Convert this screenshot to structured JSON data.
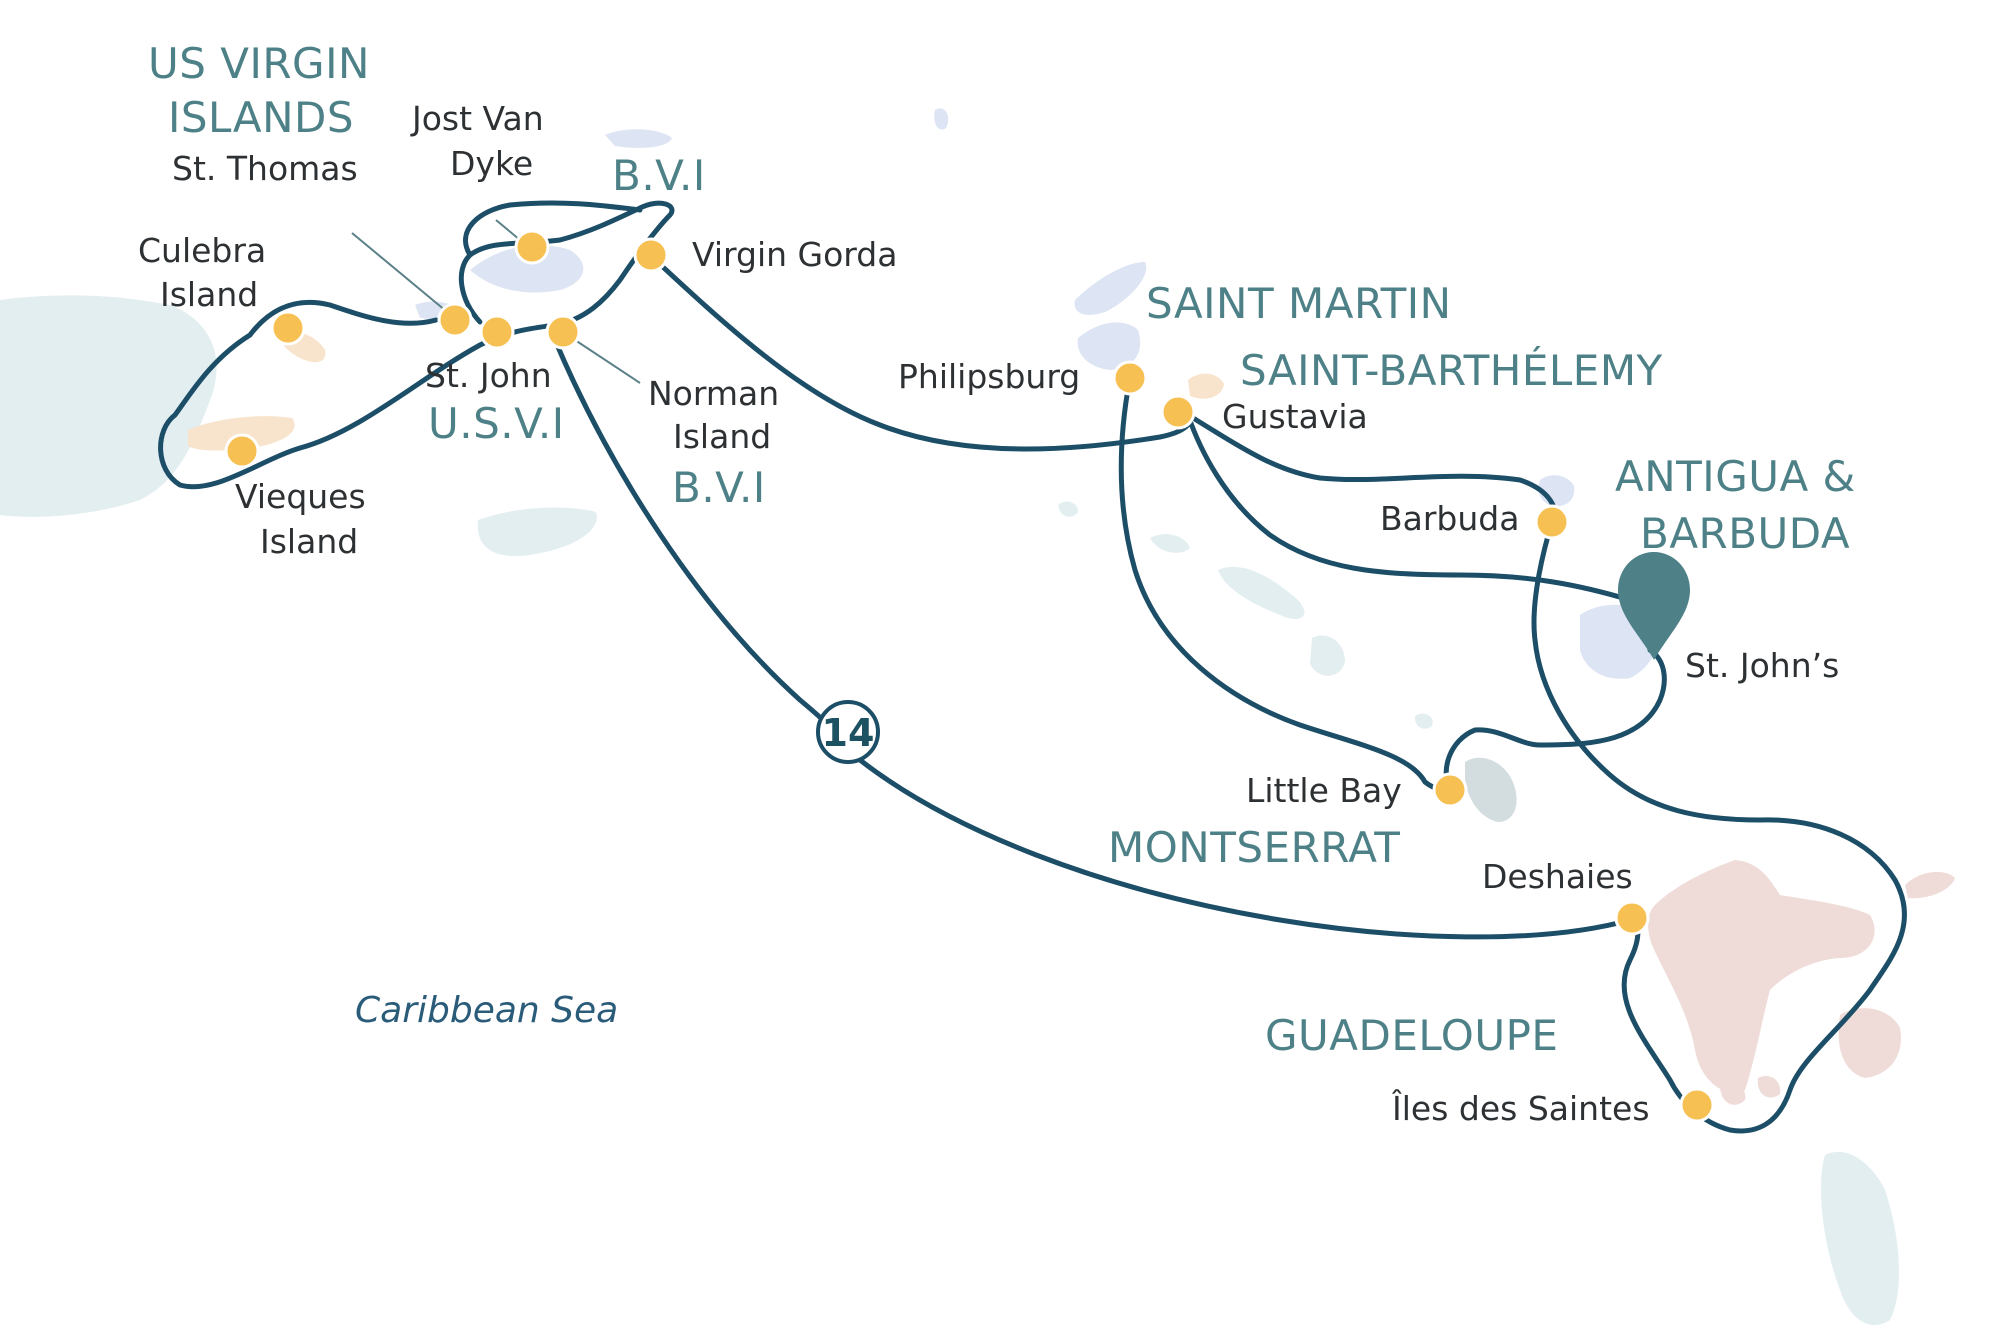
{
  "map": {
    "regions": {
      "usvi_line1": "US VIRGIN",
      "usvi_line2": "ISLANDS",
      "bvi_top": "B.V.I",
      "usvi_abbr": "U.S.V.I",
      "bvi_bottom": "B.V.I",
      "saint_martin": "SAINT MARTIN",
      "saint_barthelemy": "SAINT-BARTHÉLEMY",
      "antigua_line1": "ANTIGUA &",
      "antigua_line2": "BARBUDA",
      "montserrat": "MONTSERRAT",
      "guadeloupe": "GUADELOUPE"
    },
    "ports": {
      "st_thomas": "St. Thomas",
      "jost_line1": "Jost Van",
      "jost_line2": "Dyke",
      "culebra_line1": "Culebra",
      "culebra_line2": "Island",
      "virgin_gorda": "Virgin Gorda",
      "st_john": "St. John",
      "norman_line1": "Norman",
      "norman_line2": "Island",
      "vieques_line1": "Vieques",
      "vieques_line2": "Island",
      "philipsburg": "Philipsburg",
      "gustavia": "Gustavia",
      "barbuda": "Barbuda",
      "st_johns": "St. John’s",
      "little_bay": "Little Bay",
      "deshaies": "Deshaies",
      "iles_des_saintes": "Îles des Saintes"
    },
    "sea_label": "Caribbean Sea",
    "duration_badge": "14",
    "colors": {
      "route": "#1c4e68",
      "port_dot": "#f7c052",
      "region_label": "#4d8187",
      "endpoint_marker": "#4e8088",
      "land_light": "#e3eef1",
      "land_blue": "#dde4f3",
      "land_sand": "#f8e4cc",
      "land_pink": "#efdcd8"
    }
  }
}
